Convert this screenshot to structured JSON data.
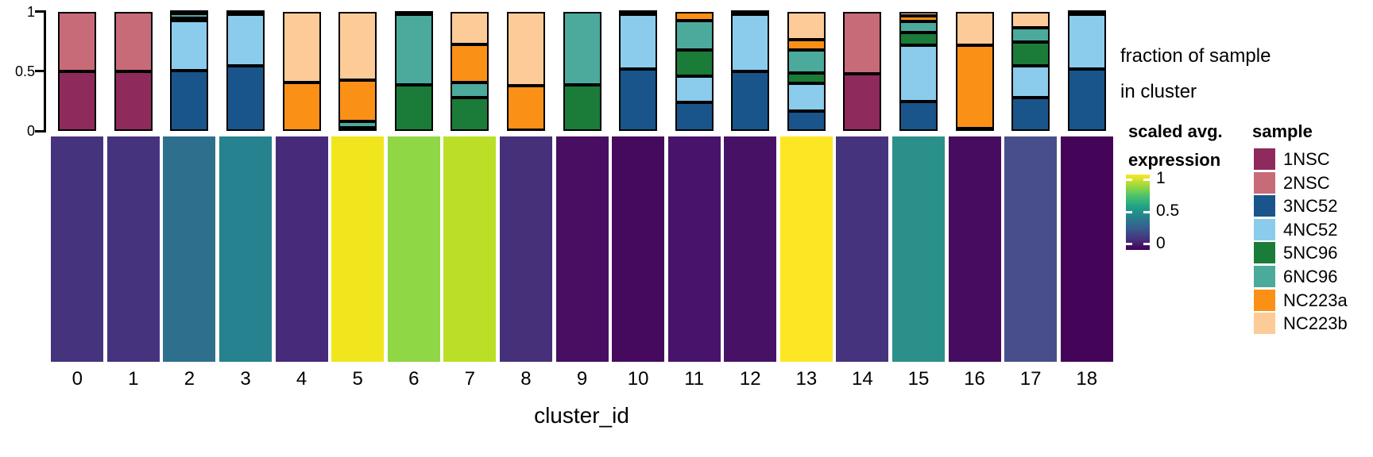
{
  "axes": {
    "y_tick_labels": [
      "1",
      "0.5",
      "0"
    ],
    "x_label": "cluster_id"
  },
  "fraction_note": {
    "line1": "fraction of sample",
    "line2": "in cluster"
  },
  "legend_expression": {
    "title_line1": "scaled avg.",
    "title_line2": "expression",
    "tick_labels": [
      "1",
      "0.5",
      "0"
    ],
    "gradient_bottom_to_top": [
      "#440154",
      "#46327E",
      "#365C8D",
      "#277F8E",
      "#1FA187",
      "#4AC16D",
      "#9FDA3A",
      "#FDE725"
    ]
  },
  "legend_sample": {
    "title": "sample",
    "items": [
      {
        "label": "1NSC",
        "color": "#8E2B5C"
      },
      {
        "label": "2NSC",
        "color": "#C76B79"
      },
      {
        "label": "3NC52",
        "color": "#19558A"
      },
      {
        "label": "4NC52",
        "color": "#8BCBEC"
      },
      {
        "label": "5NC96",
        "color": "#1B7B38"
      },
      {
        "label": "6NC96",
        "color": "#4BAA9B"
      },
      {
        "label": "NC223a",
        "color": "#FB9017"
      },
      {
        "label": "NC223b",
        "color": "#FCCB97"
      }
    ]
  },
  "chart_data": [
    {
      "type": "bar",
      "stacked": true,
      "title": "fraction of sample in cluster",
      "xlabel": "cluster_id",
      "ylabel": "fraction of sample in cluster",
      "ylim": [
        0,
        1
      ],
      "yticks": [
        1,
        0.5,
        0
      ],
      "grid": false,
      "legend_position": "right",
      "categories": [
        "0",
        "1",
        "2",
        "3",
        "4",
        "5",
        "6",
        "7",
        "8",
        "9",
        "10",
        "11",
        "12",
        "13",
        "14",
        "15",
        "16",
        "17",
        "18"
      ],
      "series": [
        {
          "name": "1NSC",
          "color": "#8E2B5C",
          "values": [
            0.5,
            0.5,
            0,
            0,
            0,
            0,
            0,
            0,
            0,
            0,
            0,
            0,
            0,
            0,
            0.48,
            0,
            0,
            0,
            0
          ]
        },
        {
          "name": "2NSC",
          "color": "#C76B79",
          "values": [
            0.5,
            0.5,
            0,
            0,
            0,
            0,
            0,
            0,
            0,
            0,
            0,
            0,
            0,
            0,
            0.52,
            0,
            0,
            0,
            0
          ]
        },
        {
          "name": "3NC52",
          "color": "#19558A",
          "values": [
            0,
            0,
            0.51,
            0.55,
            0,
            0,
            0,
            0,
            0,
            0,
            0.52,
            0.24,
            0.5,
            0.17,
            0,
            0.25,
            0,
            0.28,
            0.52
          ]
        },
        {
          "name": "4NC52",
          "color": "#8BCBEC",
          "values": [
            0,
            0,
            0.42,
            0.43,
            0,
            0,
            0,
            0,
            0,
            0,
            0.46,
            0.22,
            0.48,
            0.23,
            0,
            0.47,
            0,
            0.27,
            0.46
          ]
        },
        {
          "name": "5NC96",
          "color": "#1B7B38",
          "values": [
            0,
            0,
            0.02,
            0.01,
            0,
            0.03,
            0.39,
            0.28,
            0.01,
            0.39,
            0.01,
            0.22,
            0.01,
            0.09,
            0,
            0.11,
            0.02,
            0.2,
            0.01
          ]
        },
        {
          "name": "6NC96",
          "color": "#4BAA9B",
          "values": [
            0,
            0,
            0.04,
            0.01,
            0,
            0.05,
            0.59,
            0.13,
            0,
            0.61,
            0.01,
            0.25,
            0.01,
            0.19,
            0,
            0.09,
            0,
            0.12,
            0.01
          ]
        },
        {
          "name": "NC223a",
          "color": "#FB9017",
          "values": [
            0,
            0,
            0.01,
            0,
            0.41,
            0.35,
            0.02,
            0.32,
            0.37,
            0,
            0,
            0.07,
            0,
            0.09,
            0,
            0.05,
            0.7,
            0,
            0
          ]
        },
        {
          "name": "NC223b",
          "color": "#FCCB97",
          "values": [
            0,
            0,
            0,
            0,
            0.59,
            0.57,
            0,
            0.27,
            0.62,
            0,
            0,
            0,
            0,
            0.23,
            0,
            0.03,
            0.28,
            0.13,
            0
          ]
        }
      ]
    },
    {
      "type": "heatmap",
      "title": "scaled avg. expression",
      "xlabel": "cluster_id",
      "colormap": "viridis",
      "clim": [
        0,
        1
      ],
      "legend_ticks": [
        1,
        0.5,
        0
      ],
      "categories": [
        "0",
        "1",
        "2",
        "3",
        "4",
        "5",
        "6",
        "7",
        "8",
        "9",
        "10",
        "11",
        "12",
        "13",
        "14",
        "15",
        "16",
        "17",
        "18"
      ],
      "values": [
        0.17,
        0.17,
        0.42,
        0.49,
        0.13,
        0.97,
        0.83,
        0.9,
        0.16,
        0.06,
        0.05,
        0.08,
        0.07,
        1.0,
        0.17,
        0.52,
        0.05,
        0.25,
        0.01
      ],
      "cell_colors": [
        "#46337E",
        "#45337E",
        "#2E6F8E",
        "#26828E",
        "#472A7A",
        "#F1E51D",
        "#8FD744",
        "#BBDF27",
        "#46307A",
        "#470E61",
        "#450A5E",
        "#48136A",
        "#471266",
        "#FDE725",
        "#45337D",
        "#2A9089",
        "#460C5F",
        "#484E8B",
        "#440458"
      ]
    }
  ]
}
